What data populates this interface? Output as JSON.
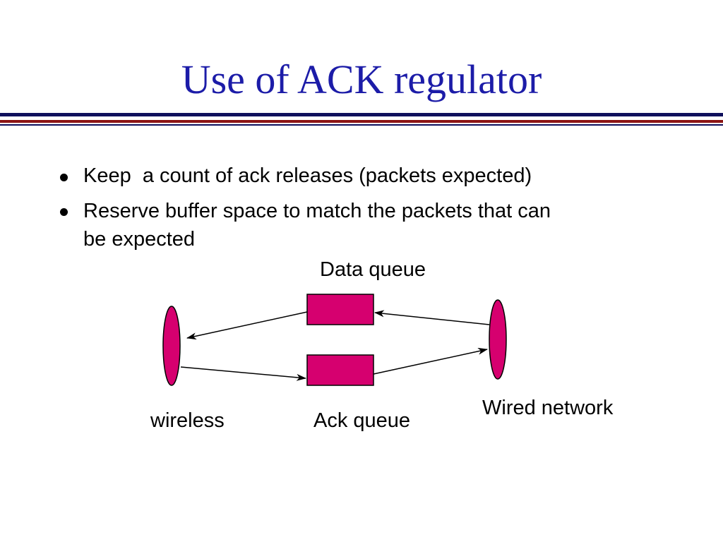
{
  "slide": {
    "title": "Use of ACK regulator"
  },
  "bullets": [
    {
      "line1": "Keep  a count of ack releases (packets expected)",
      "line2": ""
    },
    {
      "line1": "Reserve buffer space to match the packets that can",
      "line2": "be expected"
    }
  ],
  "diagram": {
    "labels": {
      "data_queue": "Data queue",
      "ack_queue": "Ack queue",
      "wireless": "wireless",
      "wired_network": "Wired network"
    },
    "colors": {
      "node_fill": "#d6006f",
      "stroke": "#000000"
    }
  }
}
